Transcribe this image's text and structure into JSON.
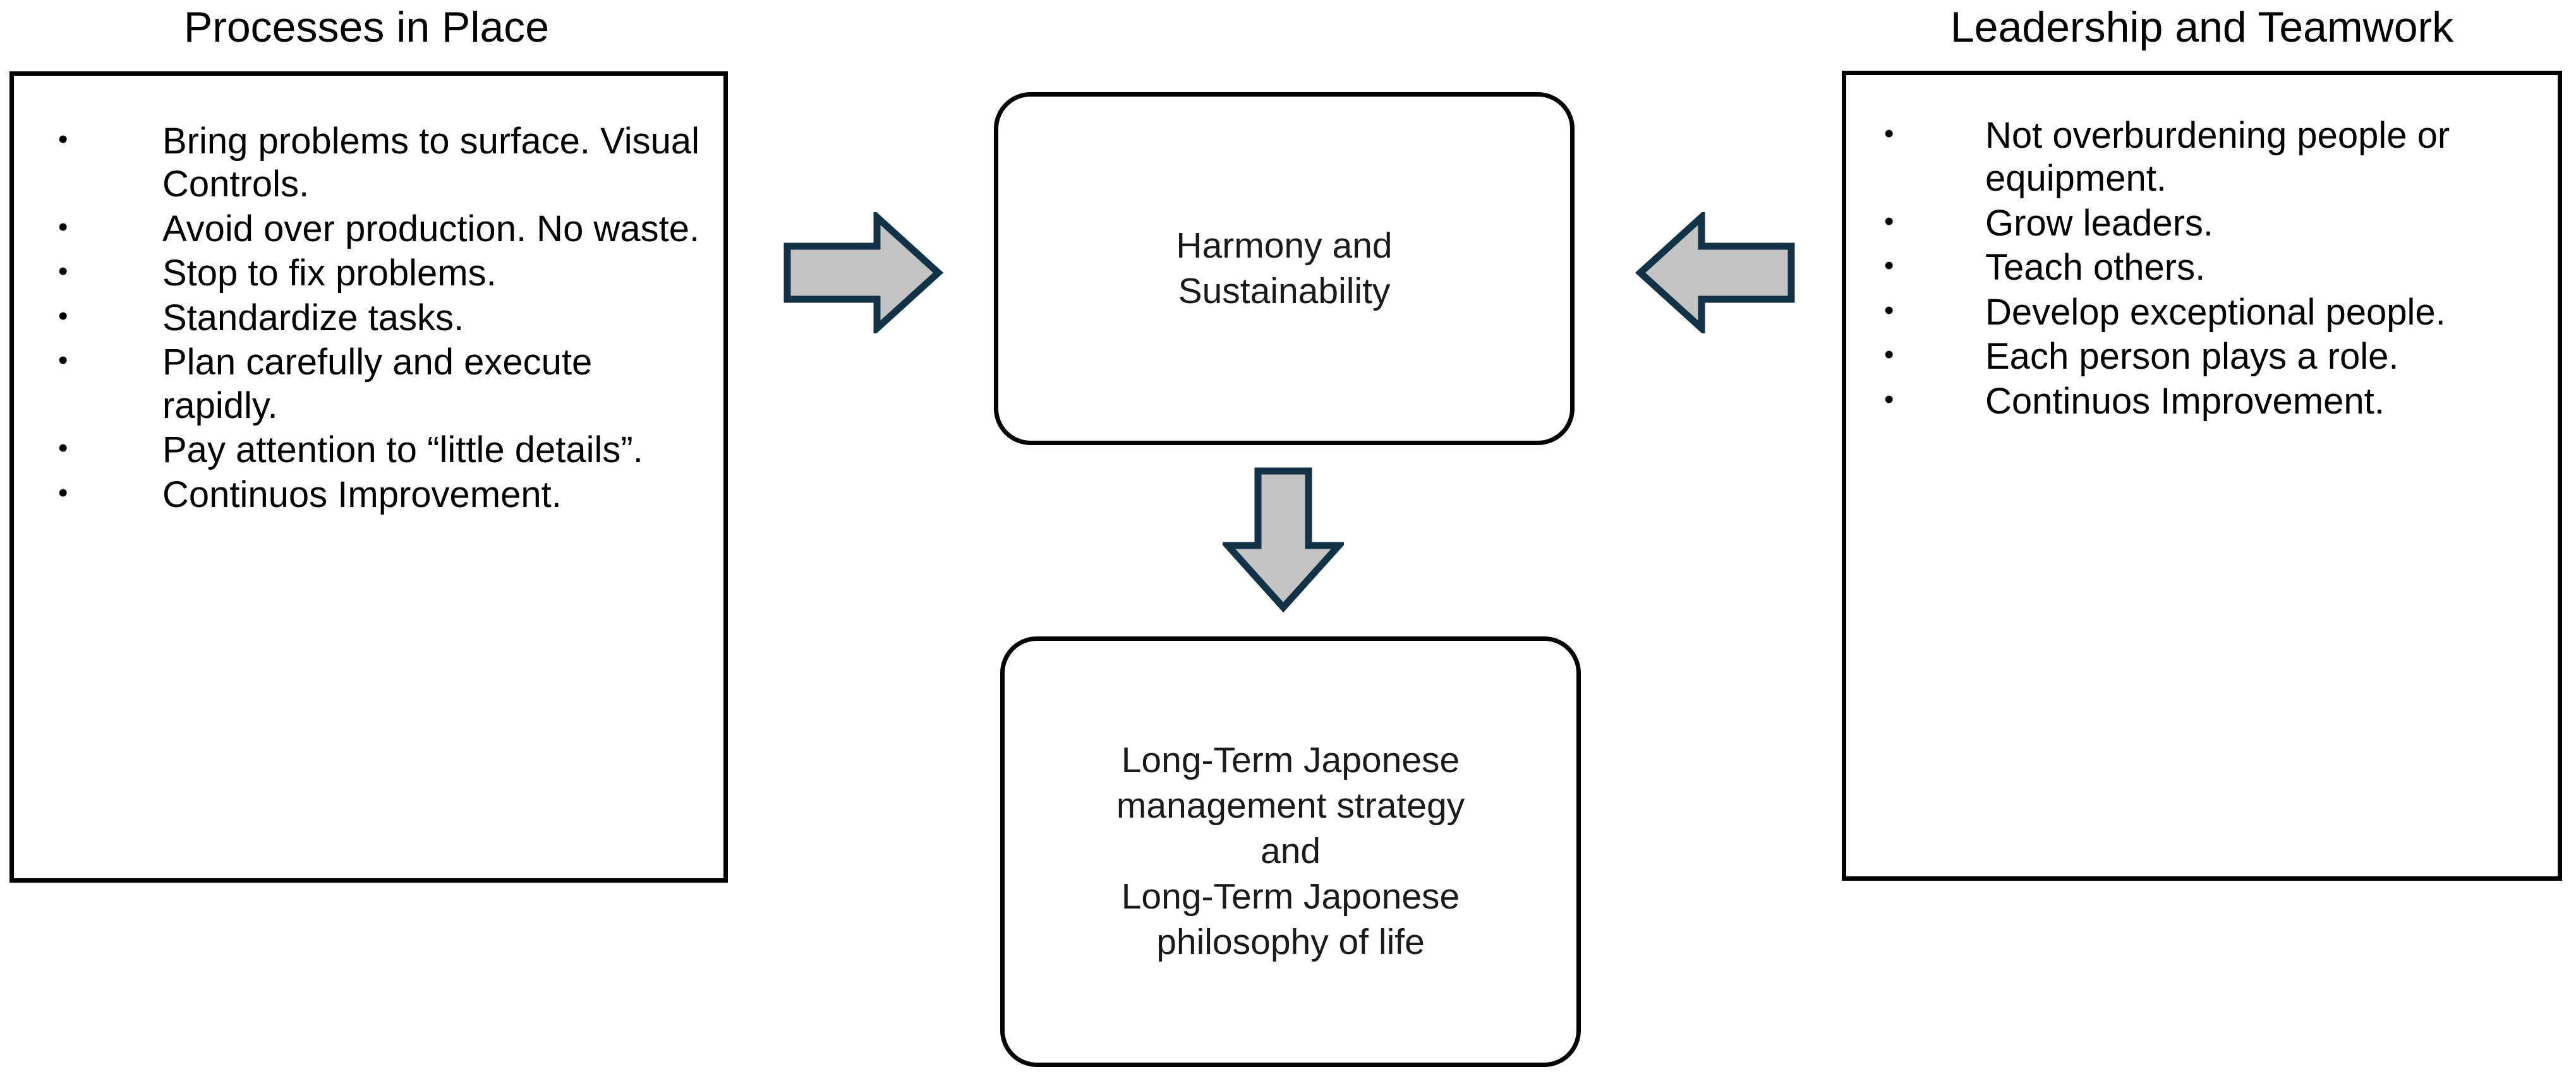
{
  "diagram": {
    "title_left": "Processes in Place",
    "title_right": "Leadership and Teamwork",
    "colors": {
      "box_border": "#000000",
      "box_fill": "#ffffff",
      "text": "#000000",
      "arrow_fill": "#c3c3c3",
      "arrow_stroke": "#123247",
      "background": "#ffffff"
    },
    "left_panel": {
      "heading": "Processes in Place",
      "bullets": [
        "Bring problems to surface. Visual Controls.",
        "Avoid over production. No waste.",
        "Stop to fix problems.",
        "Standardize tasks.",
        "Plan carefully and execute rapidly.",
        "Pay attention to “little details”.",
        "Continuos Improvement."
      ]
    },
    "right_panel": {
      "heading": "Leadership and Teamwork",
      "bullets": [
        "Not overburdening people or equipment.",
        "Grow leaders.",
        "Teach others.",
        "Develop exceptional people.",
        "Each person plays a role.",
        "Continuos Improvement."
      ]
    },
    "center_top_box": {
      "text": "Harmony and\nSustainability"
    },
    "center_bottom_box": {
      "text": "Long-Term Japonese\nmanagement strategy\nand\nLong-Term Japonese\nphilosophy of life"
    },
    "arrows": [
      {
        "name": "arrow-left-to-center",
        "direction": "right"
      },
      {
        "name": "arrow-right-to-center",
        "direction": "left"
      },
      {
        "name": "arrow-center-down",
        "direction": "down"
      }
    ]
  }
}
